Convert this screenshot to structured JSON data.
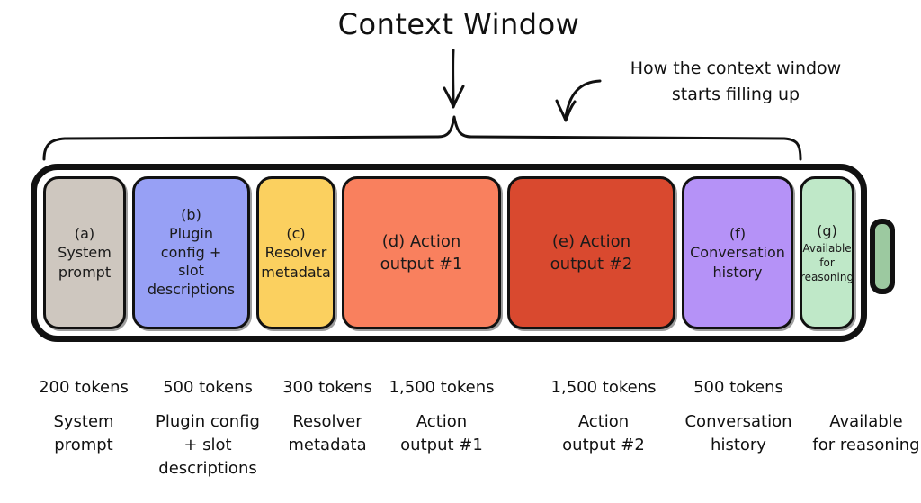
{
  "title": "Context Window",
  "annotation": {
    "line1": "How the context window",
    "line2": "starts filling up"
  },
  "colors": {
    "system_prompt": "#cec7bf",
    "plugin_config": "#97a0f5",
    "resolver_metadata": "#fbd05f",
    "action_output_1": "#f9805e",
    "action_output_2": "#d9492f",
    "conversation_history": "#b592f7",
    "available_for_reasoning": "#bfe8c8",
    "battery_nub": "#9cc9a0",
    "outline": "#111111"
  },
  "segments": [
    {
      "tag": "(a)",
      "label": "System prompt",
      "tokens": "200 tokens",
      "caption": "System prompt"
    },
    {
      "tag": "(b)",
      "label": "Plugin config + slot descriptions",
      "tokens": "500 tokens",
      "caption": "Plugin config + slot descriptions"
    },
    {
      "tag": "(c)",
      "label": "Resolver metadata",
      "tokens": "300 tokens",
      "caption": "Resolver metadata"
    },
    {
      "tag": "(d)",
      "label": "Action output #1",
      "tokens": "1,500 tokens",
      "caption": "Action output #1"
    },
    {
      "tag": "(e)",
      "label": "Action output #2",
      "tokens": "1,500 tokens",
      "caption": "Action output #2"
    },
    {
      "tag": "(f)",
      "label": "Conversation history",
      "tokens": "500 tokens",
      "caption": "Conversation history"
    },
    {
      "tag": "(g)",
      "label": "Available for reasoning",
      "tokens": "",
      "caption": "Available for reasoning"
    }
  ],
  "segment_text": {
    "a_tag": "(a)",
    "a_l1": "System",
    "a_l2": "prompt",
    "b_tag": "(b)",
    "b_l1": "Plugin",
    "b_l2": "config +",
    "b_l3": "slot",
    "b_l4": "descriptions",
    "c_tag": "(c)",
    "c_l1": "Resolver",
    "c_l2": "metadata",
    "d_tag": "(d) Action",
    "d_l1": "output #1",
    "e_tag": "(e) Action",
    "e_l1": "output #2",
    "f_tag": "(f)",
    "f_l1": "Conversation",
    "f_l2": "history",
    "g_tag": "(g)",
    "g_l1": "Available",
    "g_l2": "for",
    "g_l3": "reasoning"
  },
  "captions": {
    "a_tokens": "200 tokens",
    "a_l1": "System",
    "a_l2": "prompt",
    "b_tokens": "500 tokens",
    "b_l1": "Plugin config",
    "b_l2": "+ slot",
    "b_l3": "descriptions",
    "c_tokens": "300 tokens",
    "c_l1": "Resolver",
    "c_l2": "metadata",
    "d_tokens": "1,500 tokens",
    "d_l1": "Action",
    "d_l2": "output #1",
    "e_tokens": "1,500 tokens",
    "e_l1": "Action",
    "e_l2": "output #2",
    "f_tokens": "500 tokens",
    "f_l1": "Conversation",
    "f_l2": "history",
    "g_tokens": "",
    "g_l1": "Available",
    "g_l2": "for reasoning"
  }
}
